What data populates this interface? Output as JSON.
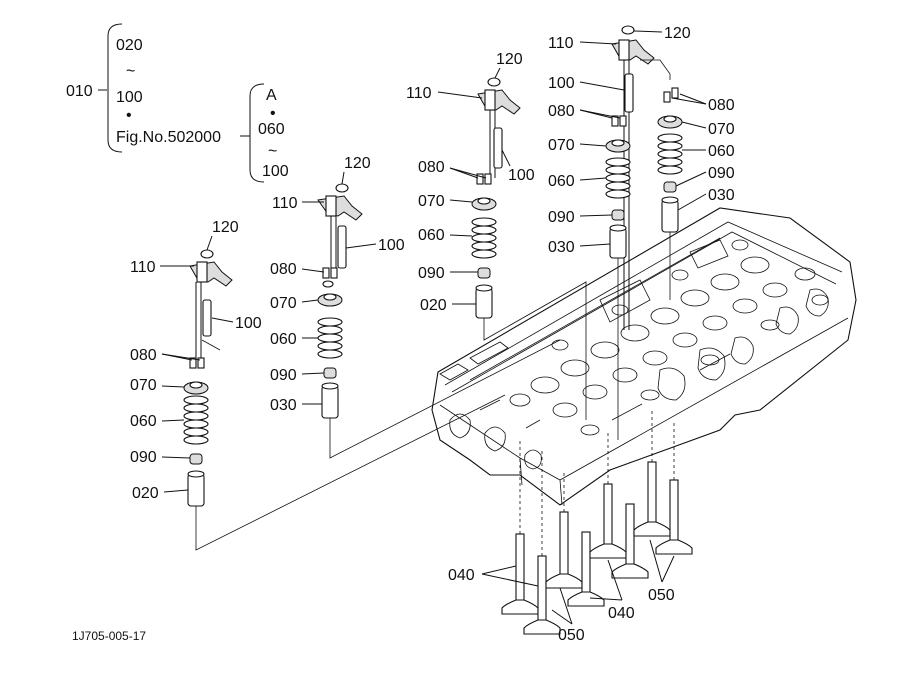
{
  "diagram": {
    "code": "1J705-005-17",
    "legend": {
      "main": "010",
      "range_start": "020",
      "range_to": "~",
      "range_end": "100",
      "dot": "•",
      "figref": "Fig.No.502000",
      "sub_top": "A",
      "sub_dot": "•",
      "sub_start": "060",
      "sub_to": "~",
      "sub_end": "100"
    },
    "callouts": {
      "a": {
        "c120": "120",
        "c110": "110",
        "c100": "100",
        "c080": "080",
        "c070": "070",
        "c060": "060",
        "c090": "090",
        "c020": "020"
      },
      "b": {
        "c120": "120",
        "c110": "110",
        "c100": "100",
        "c080": "080",
        "c070": "070",
        "c060": "060",
        "c090": "090",
        "c030": "030"
      },
      "c": {
        "c120": "120",
        "c110": "110",
        "c100": "100",
        "c080": "080",
        "c070": "070",
        "c060": "060",
        "c090": "090",
        "c020": "020"
      },
      "d": {
        "c120": "120",
        "c110": "110",
        "c100": "100",
        "c080": "080",
        "c070": "070",
        "c060": "060",
        "c090": "090",
        "c030": "030"
      },
      "e": {
        "c080": "080",
        "c070": "070",
        "c060": "060",
        "c090": "090",
        "c030": "030"
      }
    },
    "valves": {
      "c040": "040",
      "c050a": "050",
      "c040b": "040",
      "c050b": "050"
    }
  }
}
